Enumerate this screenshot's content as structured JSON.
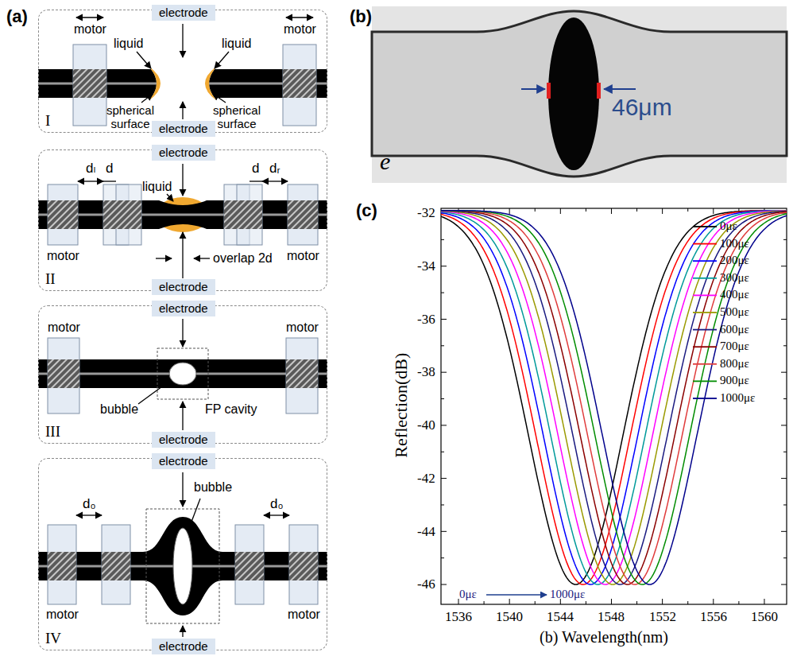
{
  "diagram": {
    "nodes": [
      {
        "text": [
          "I"
        ]
      },
      {
        "text": [
          "electrode"
        ],
        "in": 0
      },
      {
        "text": [
          "electrode"
        ],
        "in": 0
      },
      {
        "text": [
          "II"
        ]
      },
      {
        "text": [
          "electrode"
        ],
        "in": 3
      },
      {
        "text": [
          "electrode"
        ],
        "in": 3
      },
      {
        "text": [
          "III"
        ]
      },
      {
        "text": [
          "electrode"
        ],
        "in": 6
      },
      {
        "text": [
          "electrode"
        ],
        "in": 6
      },
      {
        "text": [
          "IV"
        ]
      },
      {
        "text": [
          "electrode"
        ],
        "in": 9
      },
      {
        "text": [
          "electrode"
        ],
        "in": 9
      }
    ],
    "labels": [
      "(a)",
      "(b)",
      "(c)",
      "motor",
      "motor",
      "liquid",
      "liquid",
      "spherical surface",
      "spherical surface",
      "dₗ",
      "d",
      "d",
      "dᵣ",
      "liquid",
      "overlap 2d",
      "motor",
      "motor",
      "motor",
      "motor",
      "bubble",
      "FP cavity",
      "d₀",
      "d₀",
      "bubble",
      "motor",
      "motor",
      "46μm",
      "e",
      "-32",
      "-34",
      "-36",
      "-38",
      "-40",
      "-42",
      "-44",
      "-46",
      "1536",
      "1540",
      "1544",
      "1548",
      "1552",
      "1556",
      "1560",
      "Reflection(dB)",
      "(b) Wavelength(nm)",
      "0με",
      "1000με"
    ],
    "legend": [
      {
        "text": "0με"
      },
      {
        "text": "100με"
      },
      {
        "text": "200με"
      },
      {
        "text": "300με"
      },
      {
        "text": "400με"
      },
      {
        "text": "500με"
      },
      {
        "text": "600με"
      },
      {
        "text": "700με"
      },
      {
        "text": "800με"
      },
      {
        "text": "900με"
      },
      {
        "text": "1000με"
      }
    ]
  }
}
